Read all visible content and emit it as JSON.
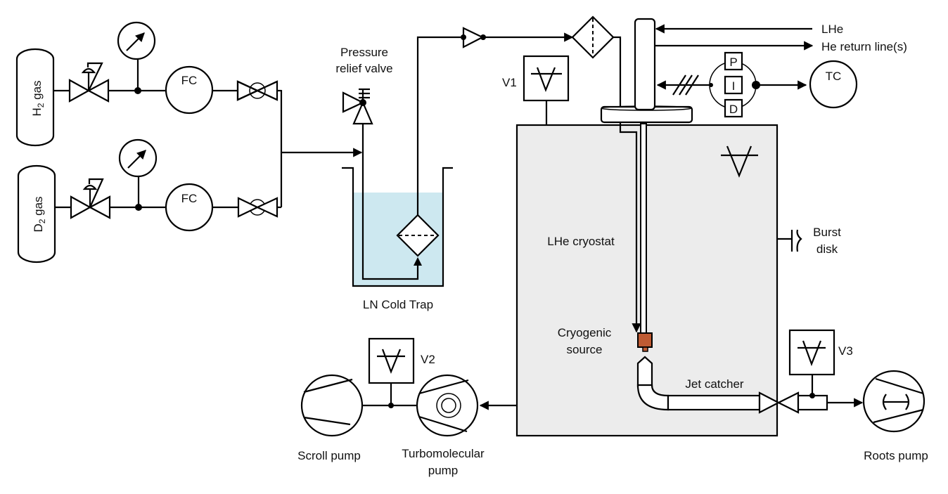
{
  "diagram": {
    "type": "process-flow-schematic",
    "colors": {
      "cryostat_fill": "#ececec",
      "cold_trap_liquid": "#cde8f0",
      "cryogenic_source": "#bf5b33",
      "line": "#000000"
    },
    "gas_supplies": [
      {
        "id": "h2",
        "label_main": "H",
        "label_sub": "2",
        "label_rest": " gas",
        "flow_controller": "FC"
      },
      {
        "id": "d2",
        "label_main": "D",
        "label_sub": "2",
        "label_rest": " gas",
        "flow_controller": "FC"
      }
    ],
    "labels": {
      "pressure_relief_line1": "Pressure",
      "pressure_relief_line2": "relief valve",
      "cold_trap": "LN Cold Trap",
      "v1": "V1",
      "v2": "V2",
      "v3": "V3",
      "lhe_in": "LHe",
      "he_return": "He return line(s)",
      "pid_p": "P",
      "pid_i": "I",
      "pid_d": "D",
      "tc": "TC",
      "cryostat": "LHe cryostat",
      "burst_line1": "Burst",
      "burst_line2": "disk",
      "cryo_source_line1": "Cryogenic",
      "cryo_source_line2": "source",
      "jet_catcher": "Jet catcher",
      "scroll_pump": "Scroll pump",
      "turbo_line1": "Turbomolecular",
      "turbo_line2": "pump",
      "roots_pump": "Roots pump"
    },
    "components": [
      "H2 gas cylinder",
      "D2 gas cylinder",
      "pressure regulators",
      "pressure gauges",
      "flow controllers (FC)",
      "shut-off valves",
      "pressure relief valve",
      "LN cold trap filter",
      "check valve",
      "filter",
      "cold head",
      "PID controller",
      "temperature controller (TC)",
      "LHe cryostat",
      "burst disk",
      "cryogenic source",
      "jet catcher",
      "vacuum gauges V1 V2 V3",
      "scroll pump",
      "turbomolecular pump",
      "roots pump"
    ]
  }
}
